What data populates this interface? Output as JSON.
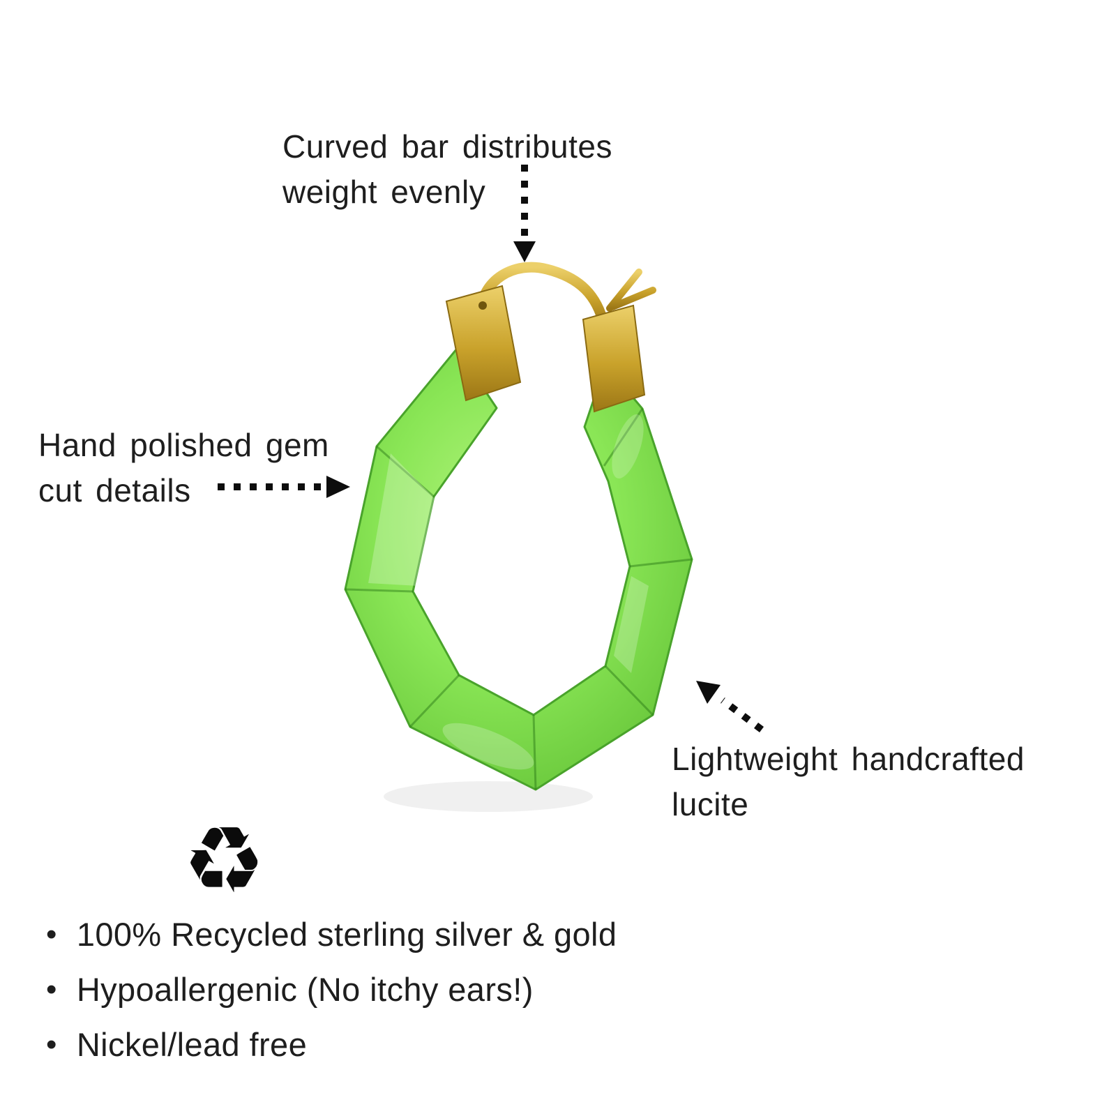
{
  "page": {
    "background": "#ffffff"
  },
  "colors": {
    "page_bg": "#ffffff",
    "text": "#1e1e1e",
    "arrow": "#0d0d0d",
    "lucite_green": "#7ddd47",
    "lucite_green_light": "#a4ef6e",
    "lucite_green_dark": "#4da52c",
    "gold": "#c9a22b",
    "gold_dark": "#a27d19"
  },
  "callouts": {
    "curved_bar": {
      "line1": "Curved bar distributes",
      "line2": "weight evenly"
    },
    "hand_polished": {
      "line1": "Hand polished gem",
      "line2": "cut details"
    },
    "lucite": {
      "line1": "Lightweight handcrafted",
      "line2": "lucite"
    }
  },
  "features": {
    "bullet": "•",
    "items": [
      "100% Recycled sterling silver & gold",
      "Hypoallergenic (No itchy ears!)",
      "Nickel/lead free"
    ]
  },
  "icons": {
    "recycle_icon": "♻"
  }
}
